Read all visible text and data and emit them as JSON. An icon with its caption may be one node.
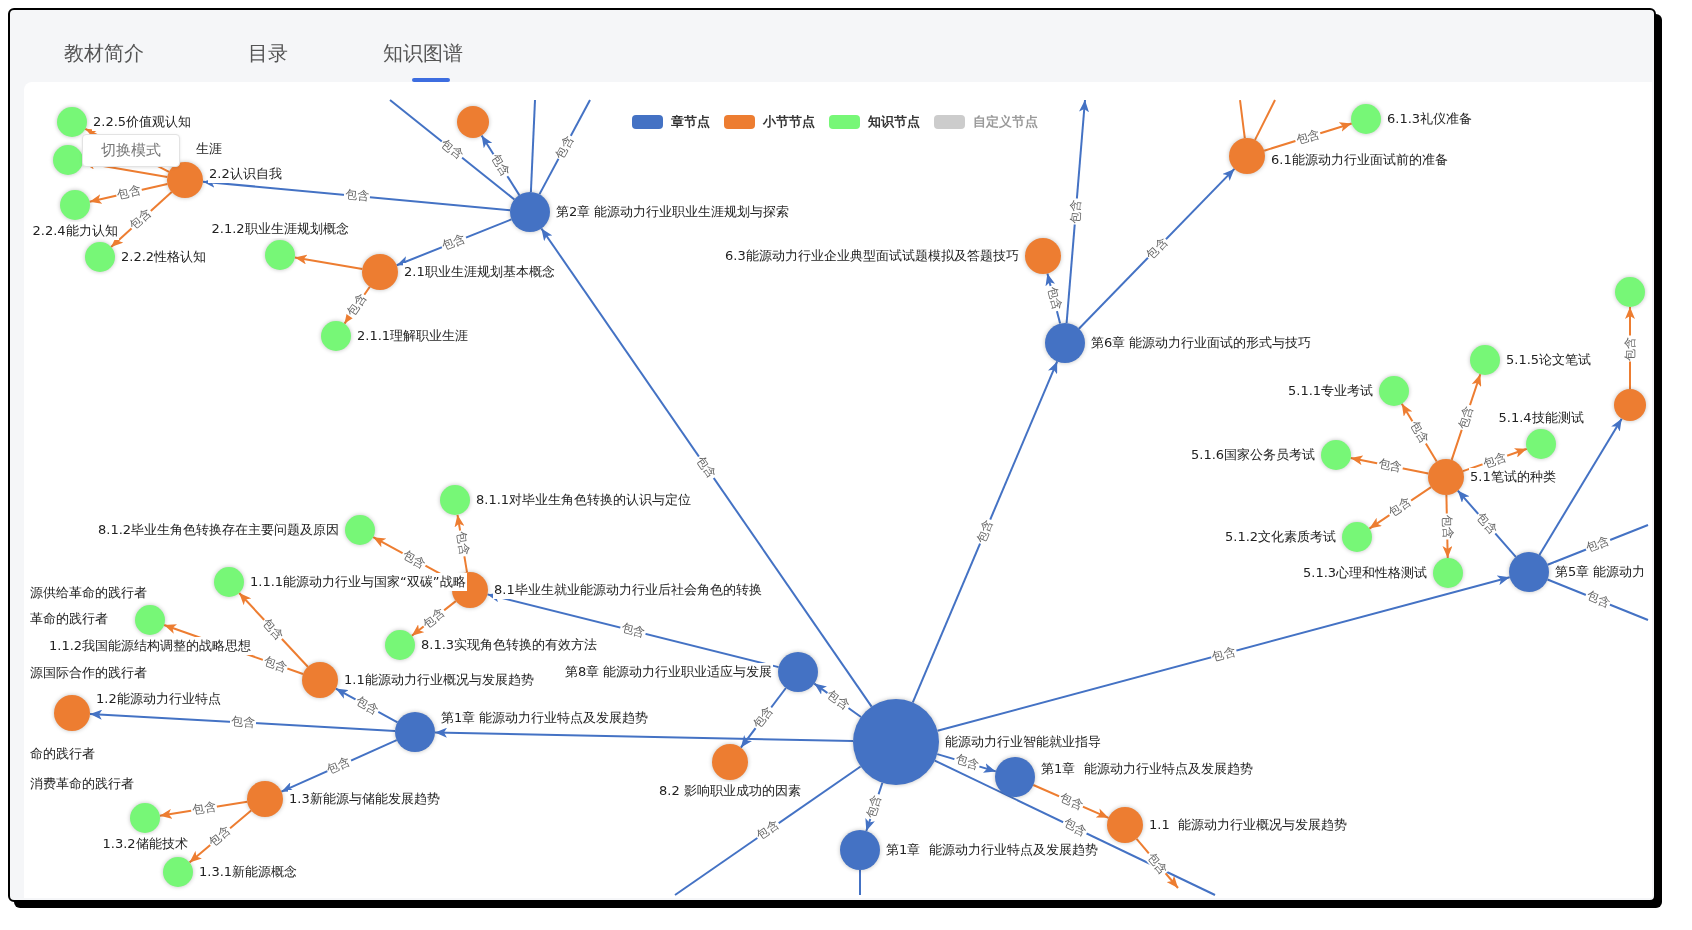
{
  "diagram": {
    "nodes": [
      {
        "text": [
          "第2章 能源动力行业职业生涯规划与探索"
        ]
      },
      {
        "text": [],
        "shape": "circle"
      },
      {
        "text": [
          "2.2认识自我"
        ]
      },
      {
        "text": [
          "2.2.5价值观认知"
        ]
      },
      {
        "text": [],
        "shape": "circle"
      },
      {
        "text": [
          "2.2.4能力认知"
        ]
      },
      {
        "text": [
          "2.2.2性格认知"
        ]
      },
      {
        "text": [
          "2.1职业生涯规划基本概念"
        ]
      },
      {
        "text": [
          "2.1.2职业生涯规划概念"
        ]
      },
      {
        "text": [
          "2.1.1理解职业生涯"
        ]
      },
      {
        "text": [
          "能源动力行业智能就业指导"
        ]
      },
      {
        "text": [
          "第6章 能源动力行业面试的形式与技巧"
        ]
      },
      {
        "text": [
          "6.3能源动力行业企业典型面试试题模拟及答题技巧"
        ]
      },
      {
        "text": [
          "6.1能源动力行业面试前的准备"
        ]
      },
      {
        "text": [
          "6.1.3礼仪准备"
        ]
      },
      {
        "text": [
          "第8章 能源动力行业职业适应与发展"
        ]
      },
      {
        "text": [
          "8.1毕业生就业能源动力行业后社会角色的转换"
        ]
      },
      {
        "text": [
          "8.1.1对毕业生角色转换的认识与定位"
        ]
      },
      {
        "text": [
          "8.1.2毕业生角色转换存在主要问题及原因"
        ]
      },
      {
        "text": [
          "8.1.3实现角色转换的有效方法"
        ]
      },
      {
        "text": [
          "8.2 影响职业成功的因素"
        ]
      },
      {
        "text": [
          "第1章 能源动力行业特点及发展趋势"
        ]
      },
      {
        "text": [
          "1.1能源动力行业概况与发展趋势"
        ]
      },
      {
        "text": [
          "1.1.1能源动力行业与国家“双碳”战略"
        ]
      },
      {
        "text": [
          "1.1.2我国能源结构调整的战略思想"
        ]
      },
      {
        "text": [
          "1.2能源动力行业特点"
        ]
      },
      {
        "text": [
          "1.3新能源与储能发展趋势"
        ]
      },
      {
        "text": [
          "1.3.2储能技术"
        ]
      },
      {
        "text": [
          "1.3.1新能源概念"
        ]
      },
      {
        "text": [
          "第1章  能源动力行业特点及发展趋势"
        ]
      },
      {
        "text": [
          "1.1  能源动力行业概况与发展趋势"
        ]
      },
      {
        "text": [
          "第1章  能源动力行业特点及发展趋势"
        ]
      },
      {
        "text": [
          "第5章 能源动力"
        ]
      },
      {
        "text": [
          "5.1笔试的种类"
        ]
      },
      {
        "text": [
          "5.1.1专业考试"
        ]
      },
      {
        "text": [
          "5.1.5论文笔试"
        ]
      },
      {
        "text": [
          "5.1.6国家公务员考试"
        ]
      },
      {
        "text": [
          "5.1.4技能测试"
        ]
      },
      {
        "text": [
          "5.1.2文化素质考试"
        ]
      },
      {
        "text": [
          "5.1.3心理和性格测试"
        ]
      },
      {
        "text": [],
        "shape": "circle"
      },
      {
        "text": [],
        "shape": "circle"
      }
    ],
    "edges": [
      {
        "from": 10,
        "to": 0,
        "arrow": "to",
        "label": "包含"
      },
      {
        "from": 0,
        "to": 2,
        "arrow": "to",
        "label": "包含"
      },
      {
        "from": 0,
        "to": 7,
        "arrow": "to",
        "label": "包含"
      },
      {
        "from": 0,
        "to": 1,
        "arrow": "to",
        "label": "包含"
      },
      {
        "from": 0,
        "to": null,
        "arrow": "none",
        "label": "包含"
      },
      {
        "from": 0,
        "to": null,
        "arrow": "none"
      },
      {
        "from": 0,
        "to": null,
        "arrow": "none",
        "label": "包含"
      },
      {
        "from": 2,
        "to": 3,
        "arrow": "to",
        "color": "#ed7d31"
      },
      {
        "from": 2,
        "to": 4,
        "arrow": "to",
        "color": "#ed7d31"
      },
      {
        "from": 2,
        "to": 5,
        "arrow": "to",
        "label": "包含",
        "color": "#ed7d31"
      },
      {
        "from": 2,
        "to": 6,
        "arrow": "to",
        "label": "包含",
        "color": "#ed7d31"
      },
      {
        "from": 7,
        "to": 8,
        "arrow": "to",
        "color": "#ed7d31"
      },
      {
        "from": 7,
        "to": 9,
        "arrow": "to",
        "label": "包含",
        "color": "#ed7d31"
      },
      {
        "from": 10,
        "to": 11,
        "arrow": "to",
        "label": "包含"
      },
      {
        "from": 11,
        "to": 12,
        "arrow": "to",
        "label": "包含"
      },
      {
        "from": 11,
        "to": 13,
        "arrow": "to",
        "label": "包含"
      },
      {
        "from": 11,
        "to": null,
        "arrow": "to",
        "label": "包含"
      },
      {
        "from": 13,
        "to": 14,
        "arrow": "to",
        "label": "包含",
        "color": "#ed7d31"
      },
      {
        "from": 13,
        "to": null,
        "arrow": "none",
        "color": "#ed7d31"
      },
      {
        "from": 13,
        "to": null,
        "arrow": "none",
        "color": "#ed7d31"
      },
      {
        "from": 10,
        "to": 15,
        "arrow": "to",
        "label": "包含"
      },
      {
        "from": 15,
        "to": 16,
        "arrow": "to",
        "label": "包含"
      },
      {
        "from": 16,
        "to": 17,
        "arrow": "to",
        "label": "包含",
        "color": "#ed7d31"
      },
      {
        "from": 16,
        "to": 18,
        "arrow": "to",
        "label": "包含",
        "color": "#ed7d31"
      },
      {
        "from": 16,
        "to": 19,
        "arrow": "to",
        "label": "包含",
        "color": "#ed7d31"
      },
      {
        "from": 15,
        "to": 20,
        "arrow": "to",
        "label": "包含"
      },
      {
        "from": 10,
        "to": 21,
        "arrow": "to"
      },
      {
        "from": 21,
        "to": 22,
        "arrow": "to",
        "label": "包含"
      },
      {
        "from": 22,
        "to": 23,
        "arrow": "to",
        "label": "包含",
        "color": "#ed7d31"
      },
      {
        "from": 22,
        "to": 24,
        "arrow": "to",
        "label": "包含",
        "color": "#ed7d31"
      },
      {
        "from": 21,
        "to": 25,
        "arrow": "to",
        "label": "包含"
      },
      {
        "from": 21,
        "to": 26,
        "arrow": "to",
        "label": "包含"
      },
      {
        "from": 26,
        "to": 27,
        "arrow": "to",
        "label": "包含",
        "color": "#ed7d31"
      },
      {
        "from": 26,
        "to": 28,
        "arrow": "to",
        "label": "包含",
        "color": "#ed7d31"
      },
      {
        "from": 10,
        "to": 29,
        "arrow": "to",
        "label": "包含"
      },
      {
        "from": 29,
        "to": 30,
        "arrow": "to",
        "label": "包含",
        "color": "#ed7d31"
      },
      {
        "from": 30,
        "to": null,
        "arrow": "to",
        "label": "包含",
        "color": "#ed7d31"
      },
      {
        "from": 10,
        "to": 31,
        "arrow": "to",
        "label": "包含"
      },
      {
        "from": 31,
        "to": null,
        "arrow": "none"
      },
      {
        "from": 10,
        "to": null,
        "arrow": "none",
        "label": "包含"
      },
      {
        "from": 10,
        "to": null,
        "arrow": "none",
        "label": "包含"
      },
      {
        "from": 10,
        "to": 32,
        "arrow": "to",
        "label": "包含"
      },
      {
        "from": 32,
        "to": 33,
        "arrow": "to",
        "label": "包含"
      },
      {
        "from": 33,
        "to": 34,
        "arrow": "to",
        "label": "包含",
        "color": "#ed7d31"
      },
      {
        "from": 33,
        "to": 35,
        "arrow": "to",
        "label": "包含",
        "color": "#ed7d31"
      },
      {
        "from": 33,
        "to": 36,
        "arrow": "to",
        "label": "包含",
        "color": "#ed7d31"
      },
      {
        "from": 33,
        "to": 37,
        "arrow": "to",
        "label": "包含",
        "color": "#ed7d31"
      },
      {
        "from": 33,
        "to": 38,
        "arrow": "to",
        "label": "包含",
        "color": "#ed7d31"
      },
      {
        "from": 33,
        "to": 39,
        "arrow": "to",
        "label": "包含",
        "color": "#ed7d31"
      },
      {
        "from": 32,
        "to": 40,
        "arrow": "to"
      },
      {
        "from": 40,
        "to": 41,
        "arrow": "to",
        "label": "包含",
        "color": "#ed7d31"
      },
      {
        "from": 32,
        "to": null,
        "arrow": "none",
        "label": "包含"
      },
      {
        "from": 32,
        "to": null,
        "arrow": "none",
        "label": "包含"
      }
    ],
    "labels": [
      "教材简介",
      "目录",
      "知识图谱",
      "切换模式",
      "生涯",
      "源供给革命的践行者",
      "革命的践行者",
      "源国际合作的践行者",
      "命的践行者",
      "消费革命的践行者"
    ],
    "legend": [
      {
        "text": "章节点",
        "color": "#4472c4"
      },
      {
        "text": "小节节点",
        "color": "#ed7d31"
      },
      {
        "text": "知识节点",
        "color": "#77f777"
      },
      {
        "text": "自定义节点",
        "color": "#cccccc"
      }
    ]
  }
}
